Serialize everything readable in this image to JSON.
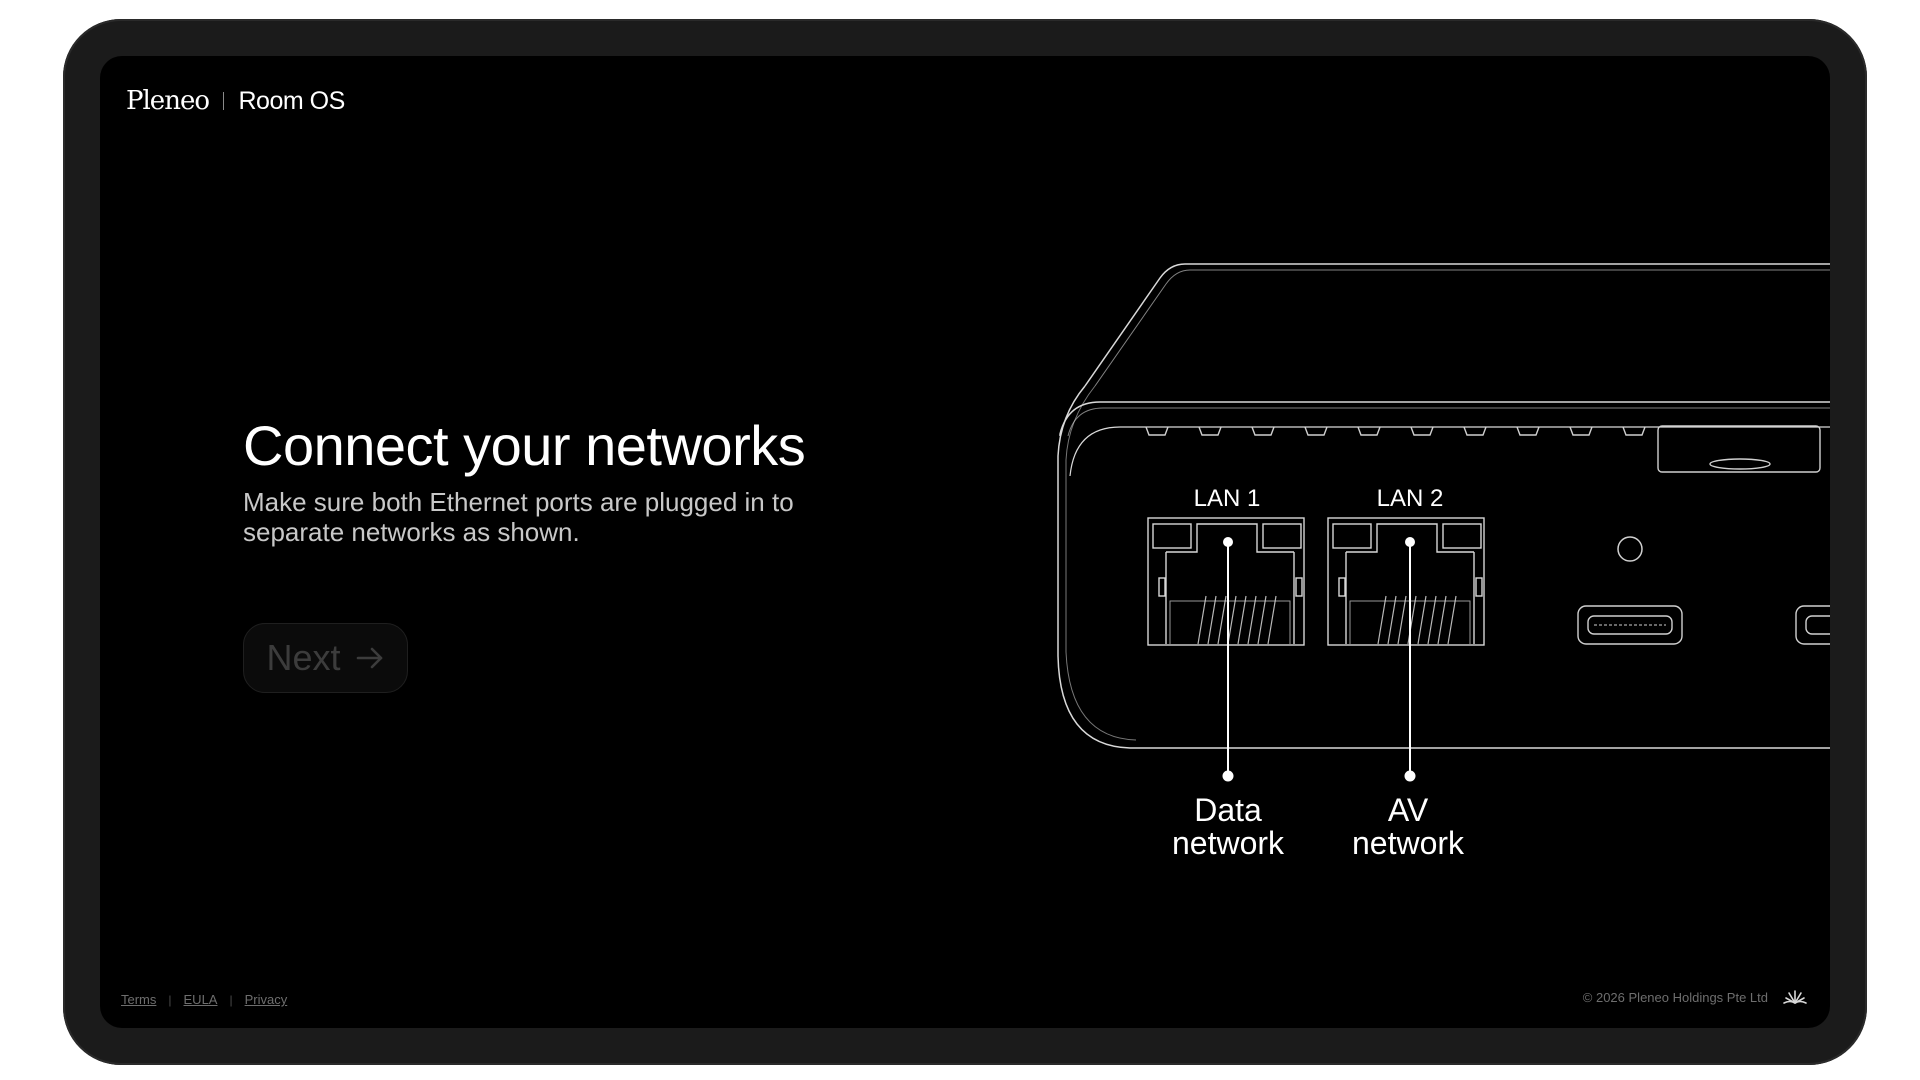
{
  "brand": {
    "name": "Pleneo",
    "product": "Room OS"
  },
  "main": {
    "title": "Connect your networks",
    "subtitle": "Make sure both Ethernet ports are plugged in to separate networks as shown.",
    "next_label": "Next"
  },
  "device": {
    "port1_label": "LAN 1",
    "port2_label": "LAN 2",
    "port1_network_line1": "Data",
    "port1_network_line2": "network",
    "port2_network_line1": "AV",
    "port2_network_line2": "network"
  },
  "footer": {
    "links": [
      "Terms",
      "EULA",
      "Privacy"
    ],
    "copyright": "© 2026 Pleneo Holdings Pte Ltd"
  },
  "icons": {
    "next": "arrow-right-icon",
    "logo": "pleneo-logo-mark-icon"
  },
  "colors": {
    "background": "#000000",
    "bezel": "#1b1b1b",
    "text_primary": "#ffffff",
    "text_secondary": "#c8c8c8",
    "button_disabled_text": "#3c3c3c",
    "footer_text": "#6e6e6e"
  }
}
